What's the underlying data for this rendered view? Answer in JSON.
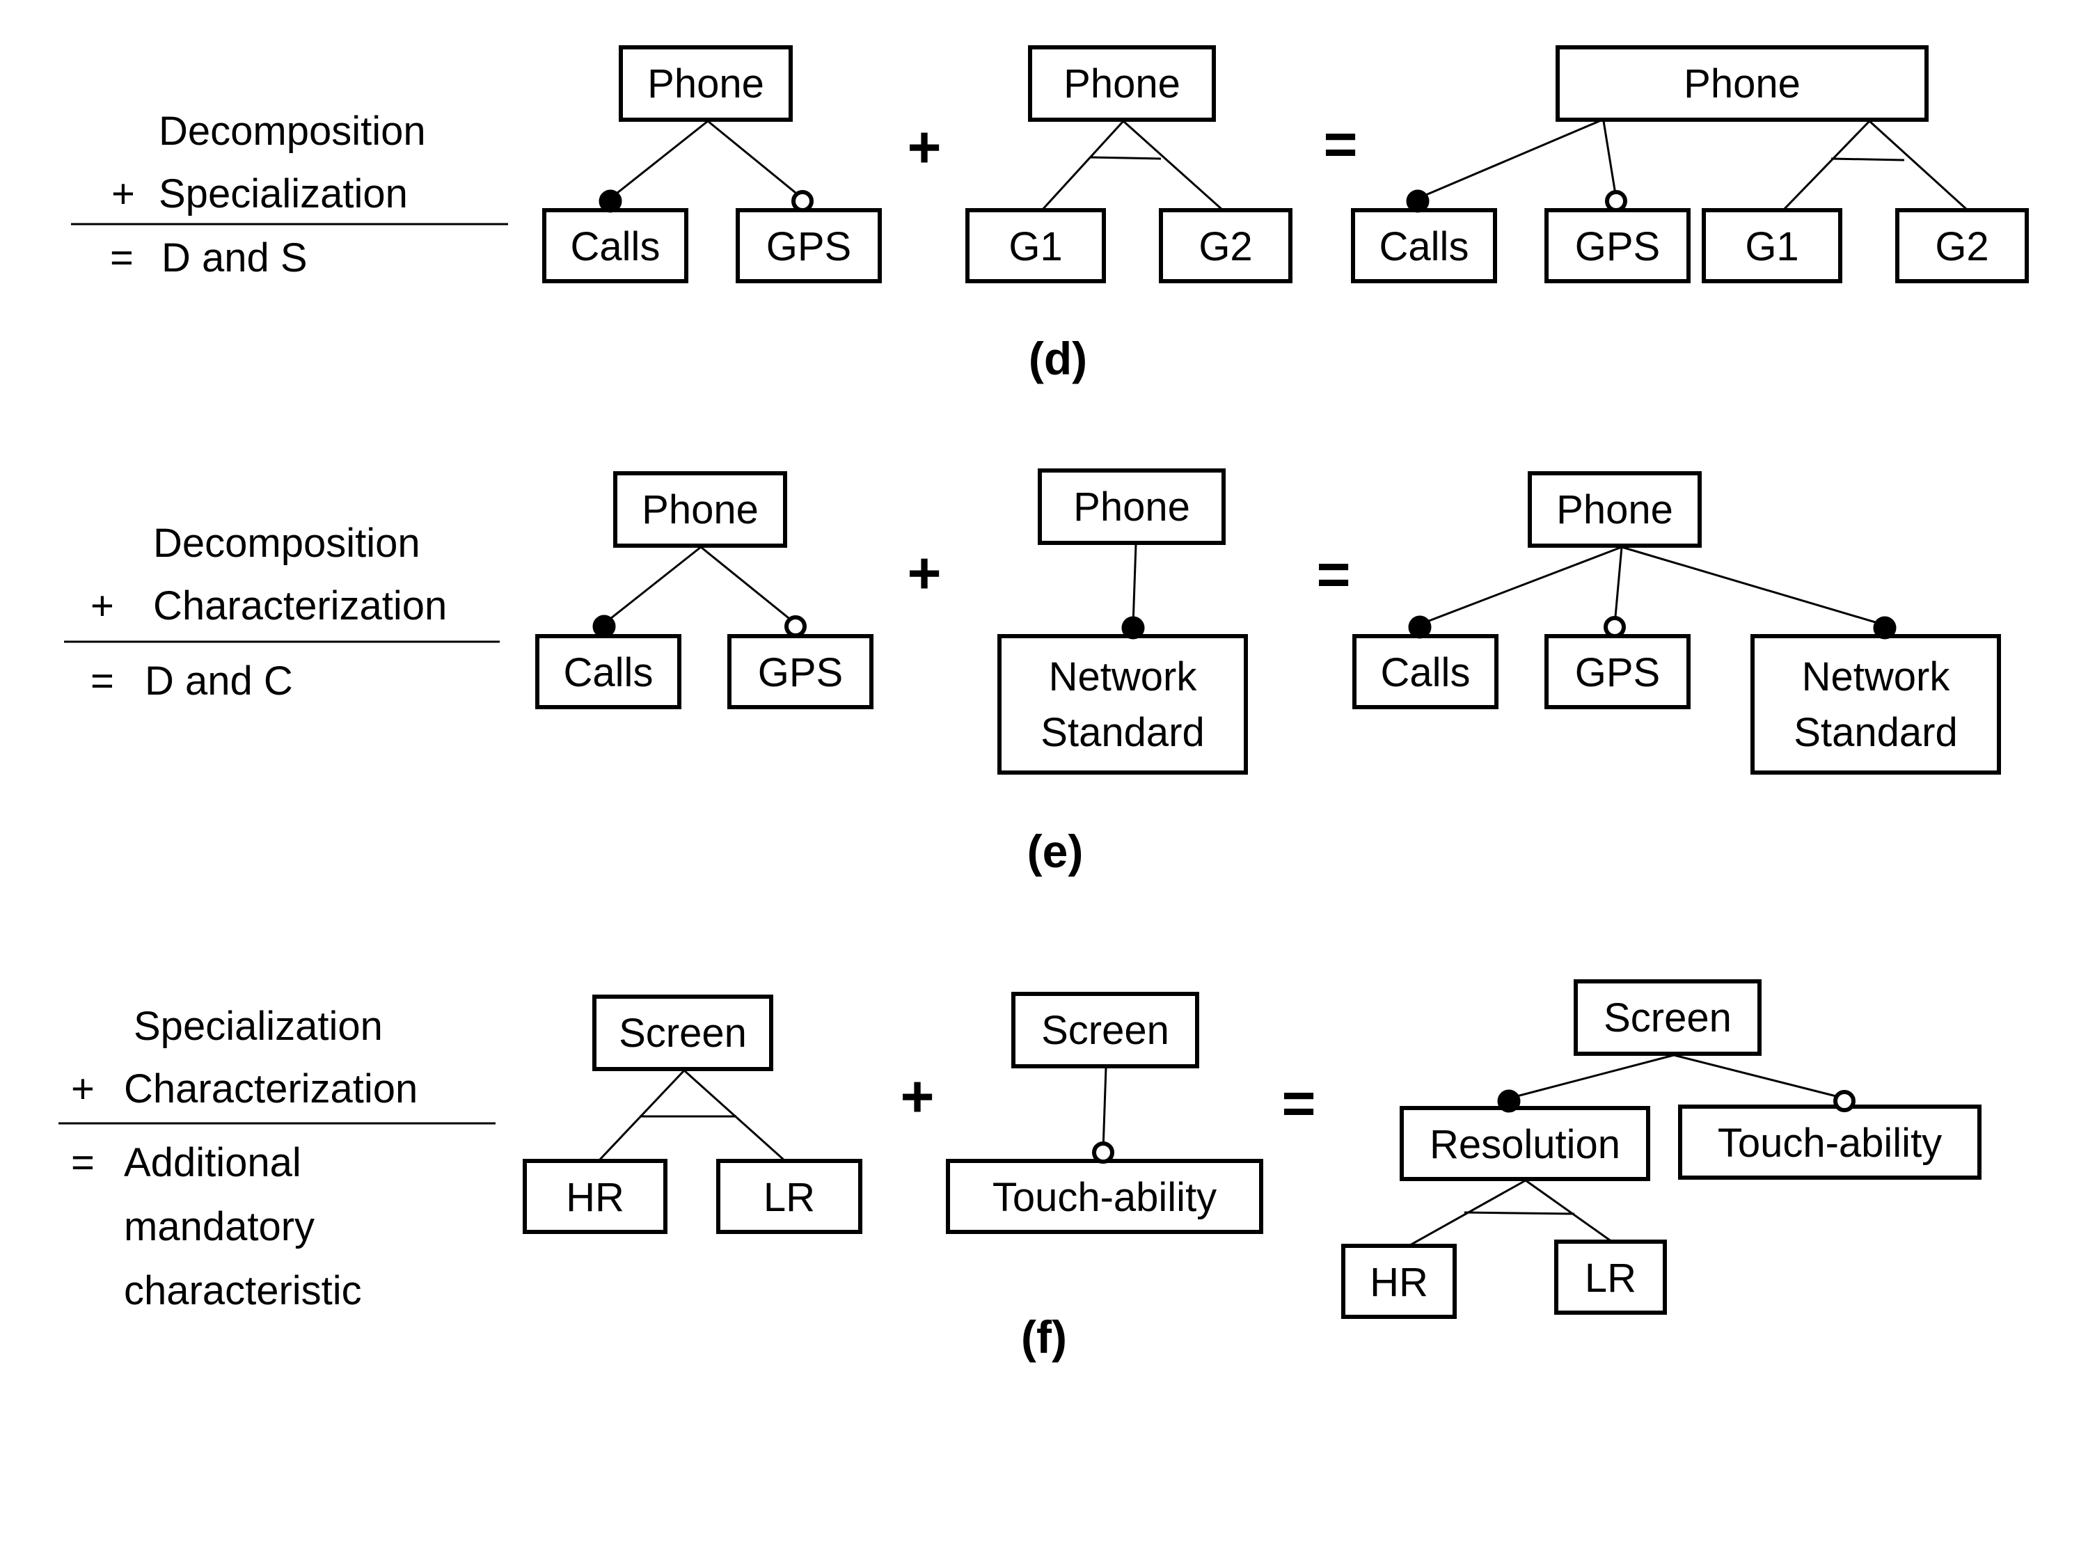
{
  "panel_d": {
    "legend": {
      "line1": "Decomposition",
      "op1": "+",
      "line2": "Specialization",
      "op2": "=",
      "result": "D and S"
    },
    "tree1": {
      "root": "Phone",
      "left": "Calls",
      "right": "GPS"
    },
    "plus": "+",
    "tree2": {
      "root": "Phone",
      "left": "G1",
      "right": "G2"
    },
    "equals": "=",
    "tree3": {
      "root": "Phone",
      "c1": "Calls",
      "c2": "GPS",
      "c3": "G1",
      "c4": "G2"
    },
    "caption": "(d)"
  },
  "panel_e": {
    "legend": {
      "line1": "Decomposition",
      "op1": "+",
      "line2": "Characterization",
      "op2": "=",
      "result": "D and C"
    },
    "tree1": {
      "root": "Phone",
      "left": "Calls",
      "right": "GPS"
    },
    "plus": "+",
    "tree2": {
      "root": "Phone",
      "child_line1": "Network",
      "child_line2": "Standard"
    },
    "equals": "=",
    "tree3": {
      "root": "Phone",
      "c1": "Calls",
      "c2": "GPS",
      "c3_line1": "Network",
      "c3_line2": "Standard"
    },
    "caption": "(e)"
  },
  "panel_f": {
    "legend": {
      "line1": "Specialization",
      "op1": "+",
      "line2": "Characterization",
      "op2": "=",
      "result_line1": "Additional",
      "result_line2": "mandatory",
      "result_line3": "characteristic"
    },
    "tree1": {
      "root": "Screen",
      "left": "HR",
      "right": "LR"
    },
    "plus": "+",
    "tree2": {
      "root": "Screen",
      "child": "Touch-ability"
    },
    "equals": "=",
    "tree3": {
      "root": "Screen",
      "mid": "Resolution",
      "side": "Touch-ability",
      "leaf1": "HR",
      "leaf2": "LR"
    },
    "caption": "(f)"
  }
}
